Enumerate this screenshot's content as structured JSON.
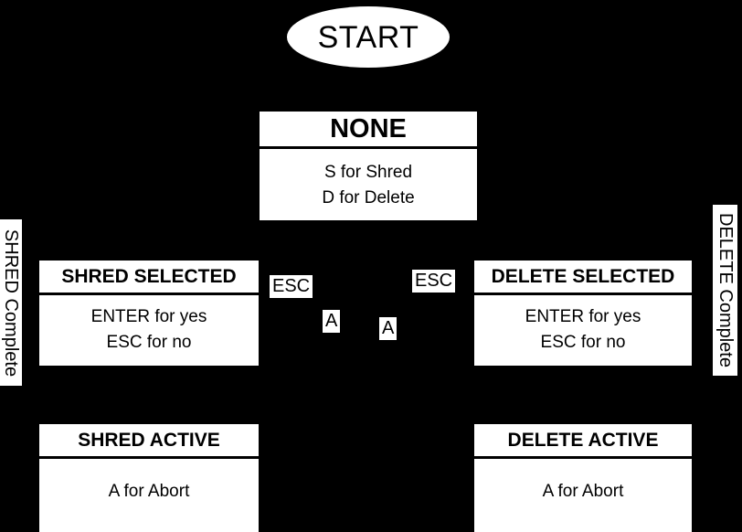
{
  "diagram": {
    "type": "state-machine",
    "background_color": "#000000",
    "node_fill_color": "#ffffff",
    "node_text_color": "#000000",
    "start": {
      "label": "START",
      "shape": "ellipse"
    },
    "states": [
      {
        "id": "none",
        "title": "NONE",
        "body_lines": [
          "S for Shred",
          "D for Delete"
        ]
      },
      {
        "id": "shred-selected",
        "title": "SHRED SELECTED",
        "body_lines": [
          "ENTER for yes",
          "ESC for no"
        ]
      },
      {
        "id": "delete-selected",
        "title": "DELETE SELECTED",
        "body_lines": [
          "ENTER for yes",
          "ESC for no"
        ]
      },
      {
        "id": "shred-active",
        "title": "SHRED ACTIVE",
        "body_lines": [
          "A for Abort"
        ]
      },
      {
        "id": "delete-active",
        "title": "DELETE ACTIVE",
        "body_lines": [
          "A for Abort"
        ]
      }
    ],
    "transition_labels": {
      "esc_left": "ESC",
      "esc_right": "ESC",
      "abort_left": "A",
      "abort_right": "A"
    },
    "side_labels": {
      "shred_complete": "SHRED Complete",
      "delete_complete": "DELETE Complete"
    }
  }
}
